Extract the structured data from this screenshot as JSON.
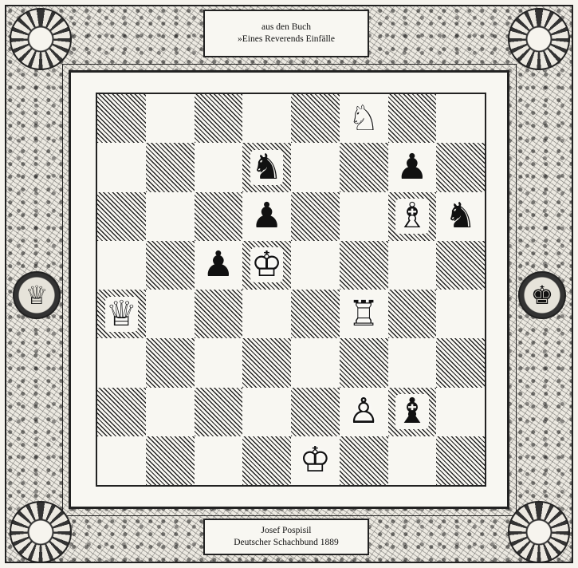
{
  "header_plaque": {
    "line1": "aus den Buch",
    "line2": "»Eines Reverends Einfälle"
  },
  "footer_plaque": {
    "line1": "Josef Pospisil",
    "line2": "Deutscher Schachbund 1889"
  },
  "medallions": {
    "left": "white-queen-crown",
    "right": "black-king-crown"
  },
  "board": {
    "pieces": [
      {
        "square": "f8",
        "piece": "N",
        "color": "white",
        "glyph": "♘",
        "name": "white-knight-f8"
      },
      {
        "square": "d7",
        "piece": "N",
        "color": "black",
        "glyph": "♞",
        "name": "black-knight-d7"
      },
      {
        "square": "g7",
        "piece": "P",
        "color": "black",
        "glyph": "♟",
        "name": "black-pawn-g7"
      },
      {
        "square": "d6",
        "piece": "P",
        "color": "black",
        "glyph": "♟",
        "name": "black-pawn-d6"
      },
      {
        "square": "g6",
        "piece": "B",
        "color": "white",
        "glyph": "♗",
        "name": "white-bishop-g6"
      },
      {
        "square": "h6",
        "piece": "N",
        "color": "black",
        "glyph": "♞",
        "name": "black-knight-h6"
      },
      {
        "square": "c5",
        "piece": "P",
        "color": "black",
        "glyph": "♟",
        "name": "black-pawn-c5"
      },
      {
        "square": "d5",
        "piece": "K",
        "color": "white",
        "glyph": "♔",
        "name": "white-king-d5"
      },
      {
        "square": "a4",
        "piece": "Q",
        "color": "white",
        "glyph": "♕",
        "name": "white-queen-a4"
      },
      {
        "square": "f4",
        "piece": "R",
        "color": "white",
        "glyph": "♖",
        "name": "white-rook-f4"
      },
      {
        "square": "f2",
        "piece": "P",
        "color": "white",
        "glyph": "♙",
        "name": "white-pawn-f2"
      },
      {
        "square": "g2",
        "piece": "B",
        "color": "black",
        "glyph": "♝",
        "name": "black-bishop-g2"
      },
      {
        "square": "e1",
        "piece": "K",
        "color": "white",
        "glyph": "♔",
        "name": "white-king-e1"
      }
    ]
  }
}
